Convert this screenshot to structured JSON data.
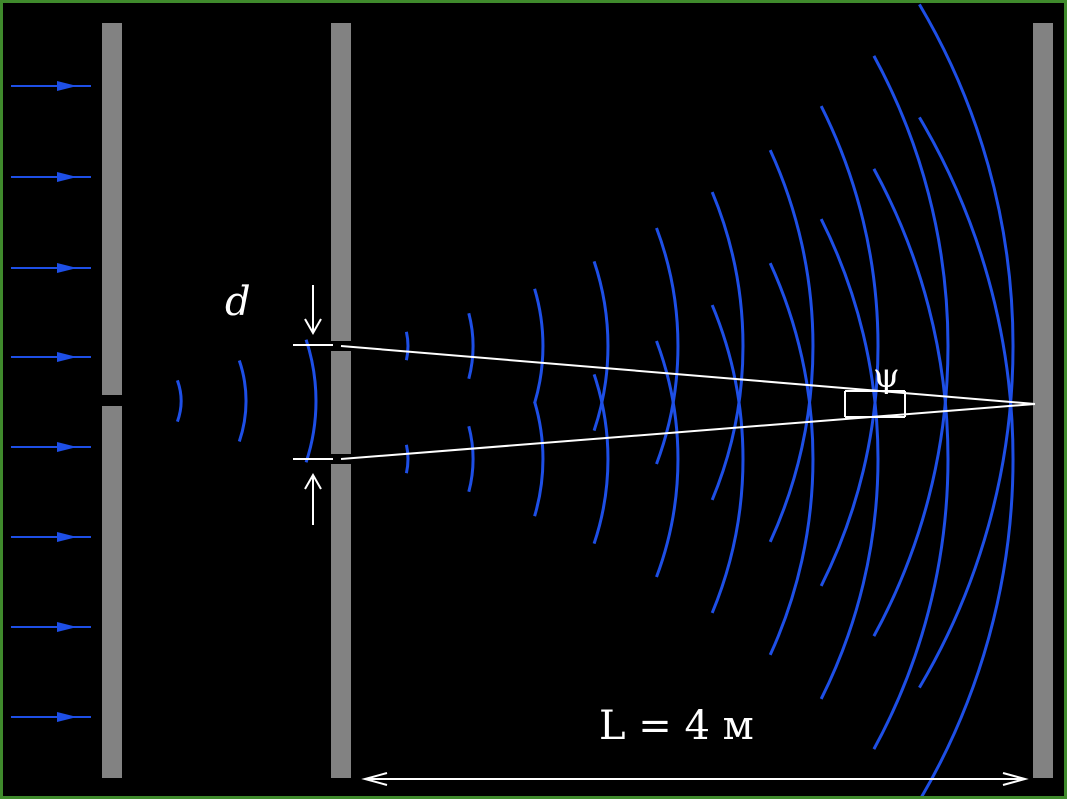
{
  "diagram": {
    "labels": {
      "slit_separation": "d",
      "angle": "ψ",
      "distance": "L = 4 м"
    },
    "colors": {
      "background": "#000000",
      "frame": "#3f8a2c",
      "barrier": "#828282",
      "wave": "#1e4fe6",
      "construction_line": "#ffffff"
    }
  }
}
